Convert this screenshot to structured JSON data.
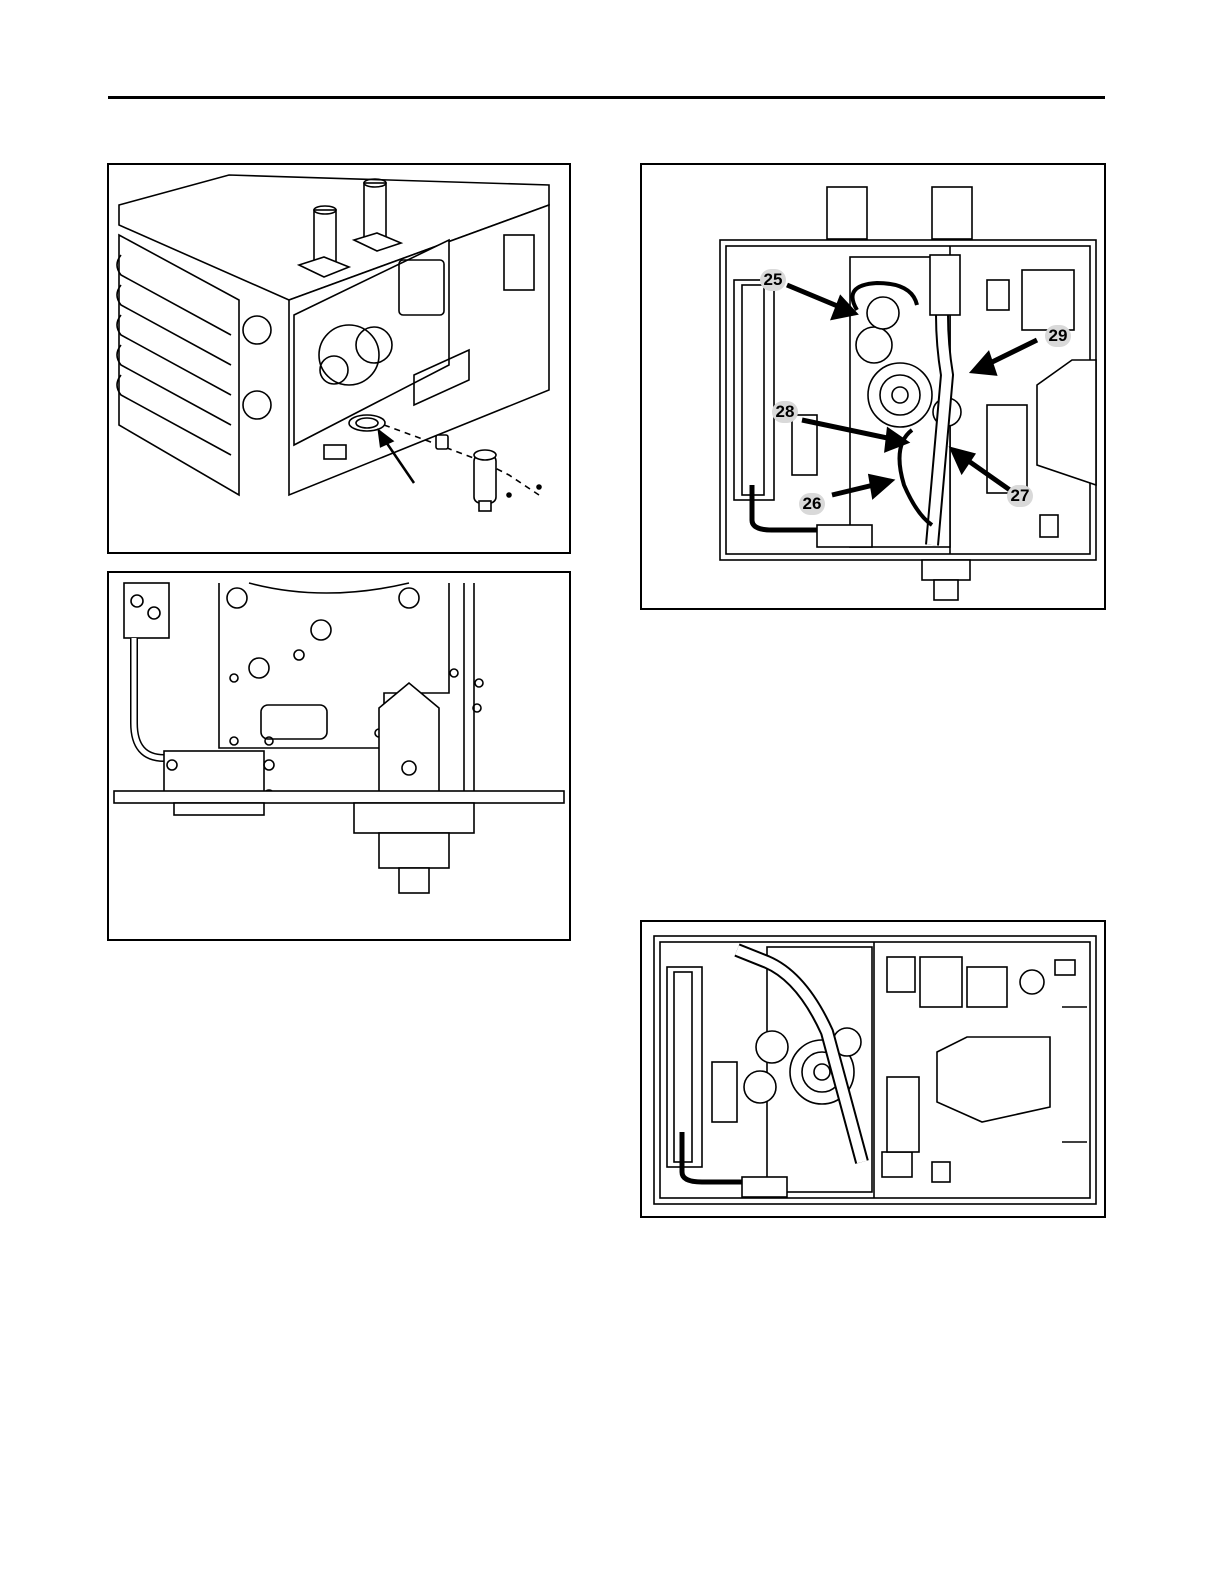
{
  "figures": {
    "fig_a": {
      "description_icon": "heater-isometric-drain-drawing"
    },
    "fig_b": {
      "description_icon": "burner-housing-detail-drawing"
    },
    "fig_c": {
      "callouts": [
        {
          "id": "c25",
          "label": "25"
        },
        {
          "id": "c29",
          "label": "29"
        },
        {
          "id": "c28",
          "label": "28"
        },
        {
          "id": "c27",
          "label": "27"
        },
        {
          "id": "c26",
          "label": "26"
        }
      ]
    },
    "fig_d": {
      "description_icon": "cabinet-front-interior-drawing"
    }
  },
  "colors": {
    "line": "#000000",
    "fill_light": "#ffffff",
    "fill_gray": "#d9d9d9"
  }
}
